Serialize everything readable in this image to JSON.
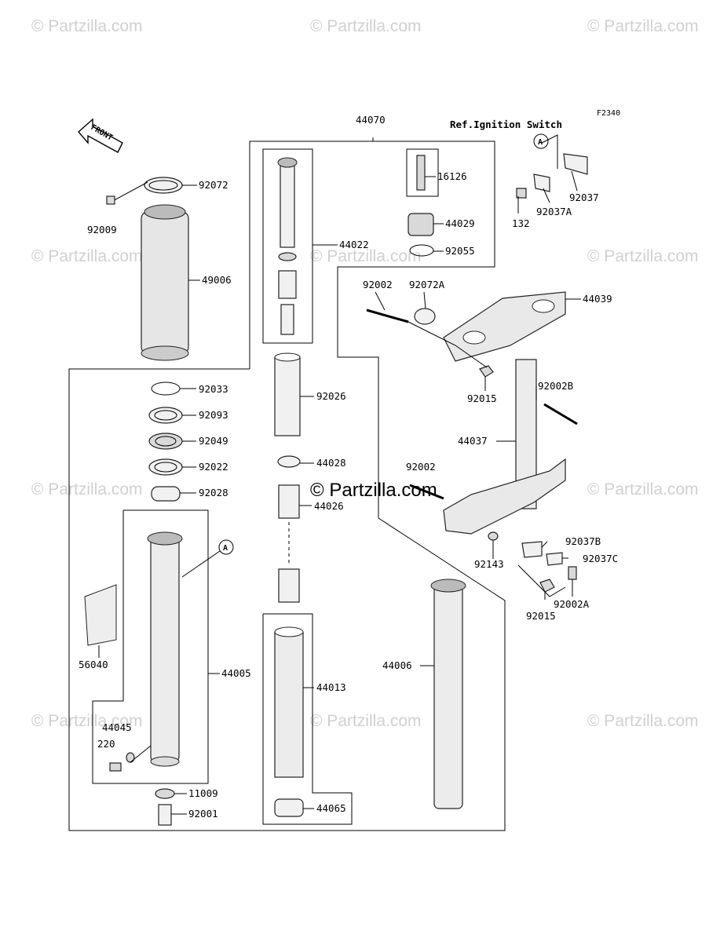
{
  "watermarks": {
    "corner": "© Partzilla.com",
    "center": "© Partzilla.com"
  },
  "figure_code": "F2340",
  "reference_note": "Ref.Ignition Switch",
  "front_label": "FRONT",
  "callout_letter": "A",
  "part_numbers": {
    "p44070": "44070",
    "p92072": "92072",
    "p92009": "92009",
    "p49006": "49006",
    "p44022": "44022",
    "p16126": "16126",
    "p44029": "44029",
    "p92055": "92055",
    "p92037": "92037",
    "p92037A": "92037A",
    "p132": "132",
    "p92002_top": "92002",
    "p92072A": "92072A",
    "p44039": "44039",
    "p92015_top": "92015",
    "p92002B": "92002B",
    "p44037": "44037",
    "p92033": "92033",
    "p92093": "92093",
    "p92049": "92049",
    "p92022": "92022",
    "p92028": "92028",
    "p92026": "92026",
    "p44028": "44028",
    "p44026": "44026",
    "p92002_mid": "92002",
    "p92037B": "92037B",
    "p92037C": "92037C",
    "p92143": "92143",
    "p92015_bot": "92015",
    "p92002A": "92002A",
    "p56040": "56040",
    "p44005": "44005",
    "p44013": "44013",
    "p44006": "44006",
    "p44045": "44045",
    "p220": "220",
    "p11009": "11009",
    "p92001": "92001",
    "p44065": "44065"
  }
}
